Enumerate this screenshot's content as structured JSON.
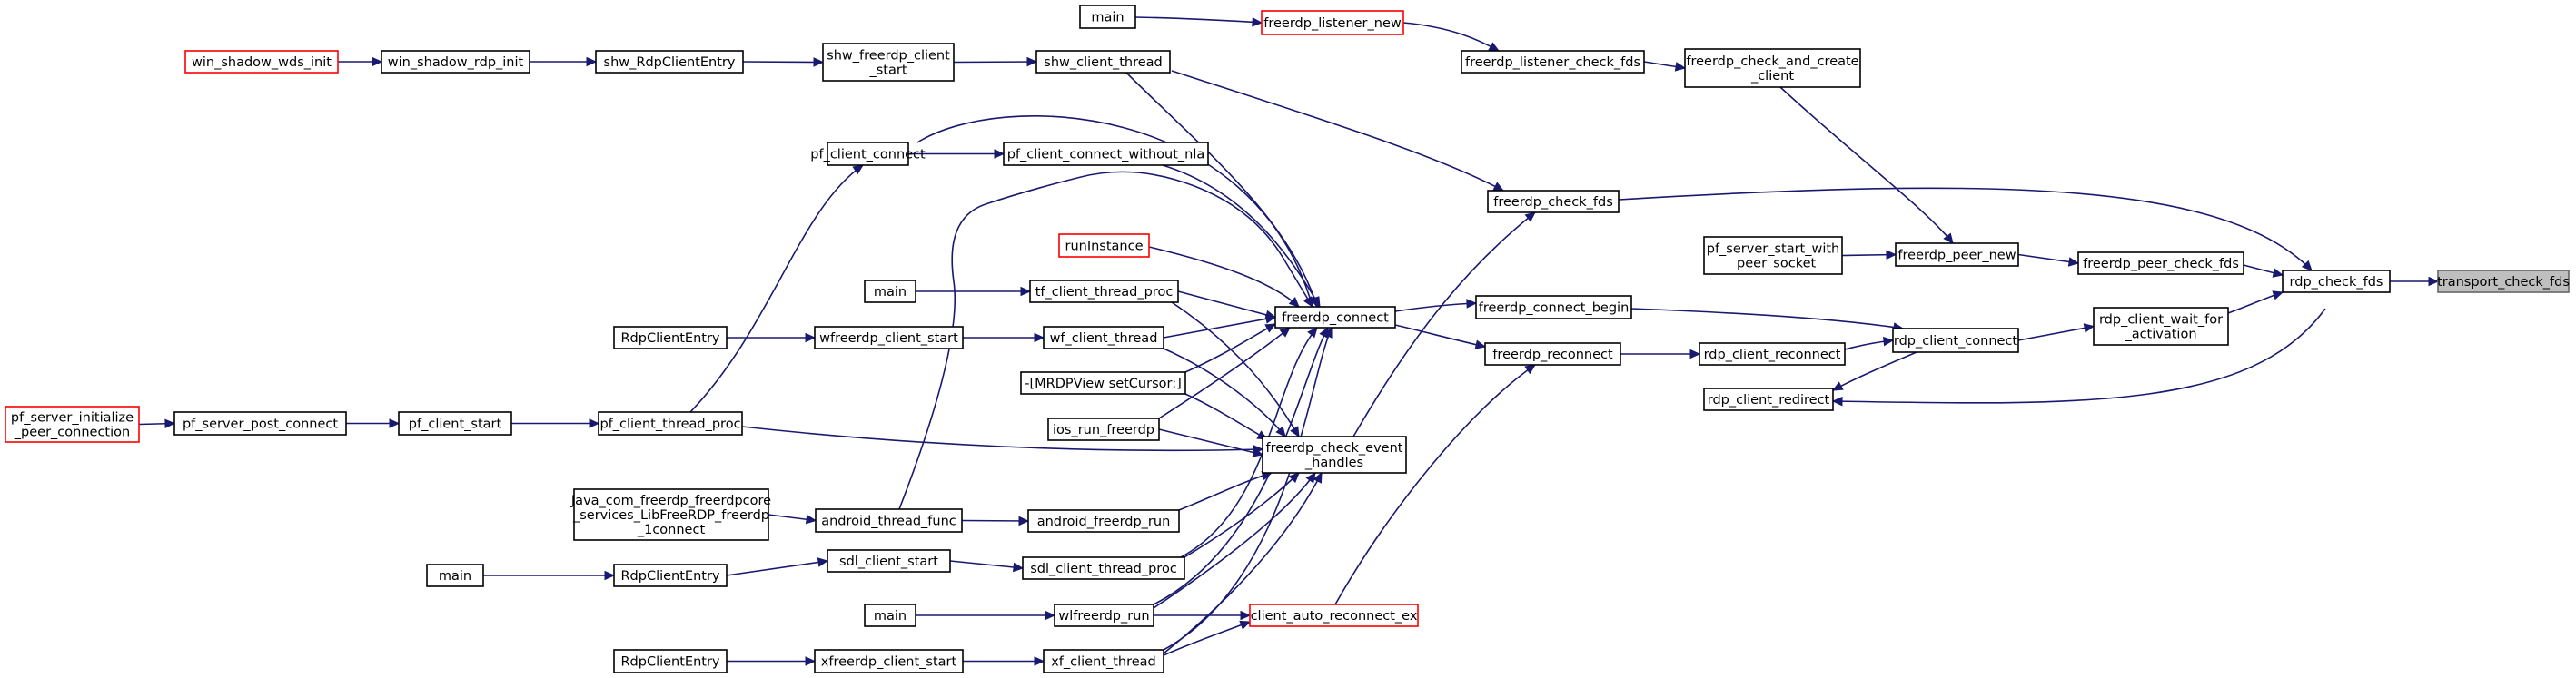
{
  "nodes": {
    "transport_check_fds": [
      "transport_check_fds"
    ],
    "rdp_check_fds": [
      "rdp_check_fds"
    ],
    "rdp_client_wait_for_activation": [
      "rdp_client_wait_for",
      "_activation"
    ],
    "freerdp_peer_check_fds": [
      "freerdp_peer_check_fds"
    ],
    "freerdp_check_fds": [
      "freerdp_check_fds"
    ],
    "rdp_client_connect": [
      "rdp_client_connect"
    ],
    "rdp_client_redirect": [
      "rdp_client_redirect"
    ],
    "rdp_client_reconnect": [
      "rdp_client_reconnect"
    ],
    "freerdp_peer_new": [
      "freerdp_peer_new"
    ],
    "pf_server_start_with_peer_socket": [
      "pf_server_start_with",
      "_peer_socket"
    ],
    "freerdp_check_and_create_client": [
      "freerdp_check_and_create",
      "_client"
    ],
    "freerdp_listener_check_fds": [
      "freerdp_listener_check_fds"
    ],
    "freerdp_listener_new": [
      "freerdp_listener_new"
    ],
    "main_top": [
      "main"
    ],
    "freerdp_connect_begin": [
      "freerdp_connect_begin"
    ],
    "freerdp_reconnect": [
      "freerdp_reconnect"
    ],
    "freerdp_connect": [
      "freerdp_connect"
    ],
    "freerdp_check_event_handles": [
      "freerdp_check_event",
      "_handles"
    ],
    "client_auto_reconnect_ex": [
      "client_auto_reconnect_ex"
    ],
    "shw_client_thread": [
      "shw_client_thread"
    ],
    "shw_freerdp_client_start": [
      "shw_freerdp_client",
      "_start"
    ],
    "shw_RdpClientEntry": [
      "shw_RdpClientEntry"
    ],
    "win_shadow_rdp_init": [
      "win_shadow_rdp_init"
    ],
    "win_shadow_wds_init": [
      "win_shadow_wds_init"
    ],
    "pf_client_connect_without_nla": [
      "pf_client_connect_without_nla"
    ],
    "pf_client_connect": [
      "pf_client_connect"
    ],
    "runInstance": [
      "runInstance"
    ],
    "tf_client_thread_proc": [
      "tf_client_thread_proc"
    ],
    "main_tf": [
      "main"
    ],
    "wf_client_thread": [
      "wf_client_thread"
    ],
    "wfreerdp_client_start": [
      "wfreerdp_client_start"
    ],
    "RdpClientEntry_wf": [
      "RdpClientEntry"
    ],
    "MRDPView_setCursor": [
      "-[MRDPView setCursor:]"
    ],
    "ios_run_freerdp": [
      "ios_run_freerdp"
    ],
    "pf_client_thread_proc": [
      "pf_client_thread_proc"
    ],
    "pf_client_start": [
      "pf_client_start"
    ],
    "pf_server_post_connect": [
      "pf_server_post_connect"
    ],
    "pf_server_initialize_peer_connection": [
      "pf_server_initialize",
      "_peer_connection"
    ],
    "android_freerdp_run": [
      "android_freerdp_run"
    ],
    "android_thread_func": [
      "android_thread_func"
    ],
    "Java_com_freerdp": [
      "Java_com_freerdp_freerdpcore",
      "_services_LibFreeRDP_freerdp",
      "_1connect"
    ],
    "sdl_client_thread_proc": [
      "sdl_client_thread_proc"
    ],
    "sdl_client_start": [
      "sdl_client_start"
    ],
    "RdpClientEntry_sdl": [
      "RdpClientEntry"
    ],
    "main_sdl": [
      "main"
    ],
    "wlfreerdp_run": [
      "wlfreerdp_run"
    ],
    "main_wl": [
      "main"
    ],
    "xf_client_thread": [
      "xf_client_thread"
    ],
    "xfreerdp_client_start": [
      "xfreerdp_client_start"
    ],
    "RdpClientEntry_xf": [
      "RdpClientEntry"
    ]
  },
  "edges": [
    [
      "rdp_check_fds",
      "transport_check_fds"
    ],
    [
      "freerdp_peer_check_fds",
      "rdp_check_fds"
    ],
    [
      "freerdp_check_fds",
      "rdp_check_fds"
    ],
    [
      "rdp_client_wait_for_activation",
      "rdp_check_fds"
    ],
    [
      "rdp_check_fds",
      "rdp_client_redirect"
    ],
    [
      "rdp_client_connect",
      "rdp_client_wait_for_activation"
    ],
    [
      "freerdp_connect_begin",
      "rdp_client_connect"
    ],
    [
      "rdp_client_reconnect",
      "rdp_client_connect"
    ],
    [
      "rdp_client_connect",
      "rdp_client_redirect"
    ],
    [
      "freerdp_reconnect",
      "rdp_client_reconnect"
    ],
    [
      "freerdp_peer_new",
      "freerdp_peer_check_fds"
    ],
    [
      "pf_server_start_with_peer_socket",
      "freerdp_peer_new"
    ],
    [
      "freerdp_check_and_create_client",
      "freerdp_peer_new"
    ],
    [
      "freerdp_listener_check_fds",
      "freerdp_check_and_create_client"
    ],
    [
      "freerdp_listener_new",
      "freerdp_listener_check_fds"
    ],
    [
      "main_top",
      "freerdp_listener_new"
    ],
    [
      "freerdp_connect",
      "freerdp_connect_begin"
    ],
    [
      "freerdp_connect",
      "freerdp_reconnect"
    ],
    [
      "client_auto_reconnect_ex",
      "freerdp_reconnect"
    ],
    [
      "freerdp_check_event_handles",
      "freerdp_check_fds"
    ],
    [
      "shw_client_thread",
      "freerdp_check_fds"
    ],
    [
      "shw_client_thread",
      "freerdp_connect"
    ],
    [
      "shw_freerdp_client_start",
      "shw_client_thread"
    ],
    [
      "shw_RdpClientEntry",
      "shw_freerdp_client_start"
    ],
    [
      "win_shadow_rdp_init",
      "shw_RdpClientEntry"
    ],
    [
      "win_shadow_wds_init",
      "win_shadow_rdp_init"
    ],
    [
      "pf_client_connect",
      "pf_client_connect_without_nla"
    ],
    [
      "pf_client_connect",
      "freerdp_connect"
    ],
    [
      "pf_client_connect_without_nla",
      "freerdp_connect"
    ],
    [
      "pf_client_thread_proc",
      "pf_client_connect"
    ],
    [
      "runInstance",
      "freerdp_connect"
    ],
    [
      "tf_client_thread_proc",
      "freerdp_connect"
    ],
    [
      "tf_client_thread_proc",
      "freerdp_check_event_handles"
    ],
    [
      "main_tf",
      "tf_client_thread_proc"
    ],
    [
      "wf_client_thread",
      "freerdp_connect"
    ],
    [
      "wf_client_thread",
      "freerdp_check_event_handles"
    ],
    [
      "wfreerdp_client_start",
      "wf_client_thread"
    ],
    [
      "RdpClientEntry_wf",
      "wfreerdp_client_start"
    ],
    [
      "MRDPView_setCursor",
      "freerdp_connect"
    ],
    [
      "MRDPView_setCursor",
      "freerdp_check_event_handles"
    ],
    [
      "ios_run_freerdp",
      "freerdp_connect"
    ],
    [
      "ios_run_freerdp",
      "freerdp_check_event_handles"
    ],
    [
      "pf_client_thread_proc",
      "freerdp_check_event_handles"
    ],
    [
      "pf_client_start",
      "pf_client_thread_proc"
    ],
    [
      "pf_server_post_connect",
      "pf_client_start"
    ],
    [
      "pf_server_initialize_peer_connection",
      "pf_server_post_connect"
    ],
    [
      "android_thread_func",
      "freerdp_connect"
    ],
    [
      "android_thread_func",
      "android_freerdp_run"
    ],
    [
      "android_freerdp_run",
      "freerdp_check_event_handles"
    ],
    [
      "Java_com_freerdp",
      "android_thread_func"
    ],
    [
      "sdl_client_thread_proc",
      "freerdp_connect"
    ],
    [
      "sdl_client_thread_proc",
      "freerdp_check_event_handles"
    ],
    [
      "sdl_client_start",
      "sdl_client_thread_proc"
    ],
    [
      "RdpClientEntry_sdl",
      "sdl_client_start"
    ],
    [
      "main_sdl",
      "RdpClientEntry_sdl"
    ],
    [
      "wlfreerdp_run",
      "freerdp_connect"
    ],
    [
      "wlfreerdp_run",
      "freerdp_check_event_handles"
    ],
    [
      "wlfreerdp_run",
      "client_auto_reconnect_ex"
    ],
    [
      "main_wl",
      "wlfreerdp_run"
    ],
    [
      "xf_client_thread",
      "freerdp_connect"
    ],
    [
      "xf_client_thread",
      "freerdp_check_event_handles"
    ],
    [
      "xf_client_thread",
      "client_auto_reconnect_ex"
    ],
    [
      "xfreerdp_client_start",
      "xf_client_thread"
    ],
    [
      "RdpClientEntry_xf",
      "xfreerdp_client_start"
    ]
  ],
  "colors": {
    "edge": "#191970",
    "node_border": "#000000",
    "external_node_border": "#ff0000",
    "highlight_fill": "#bfbfbf"
  }
}
